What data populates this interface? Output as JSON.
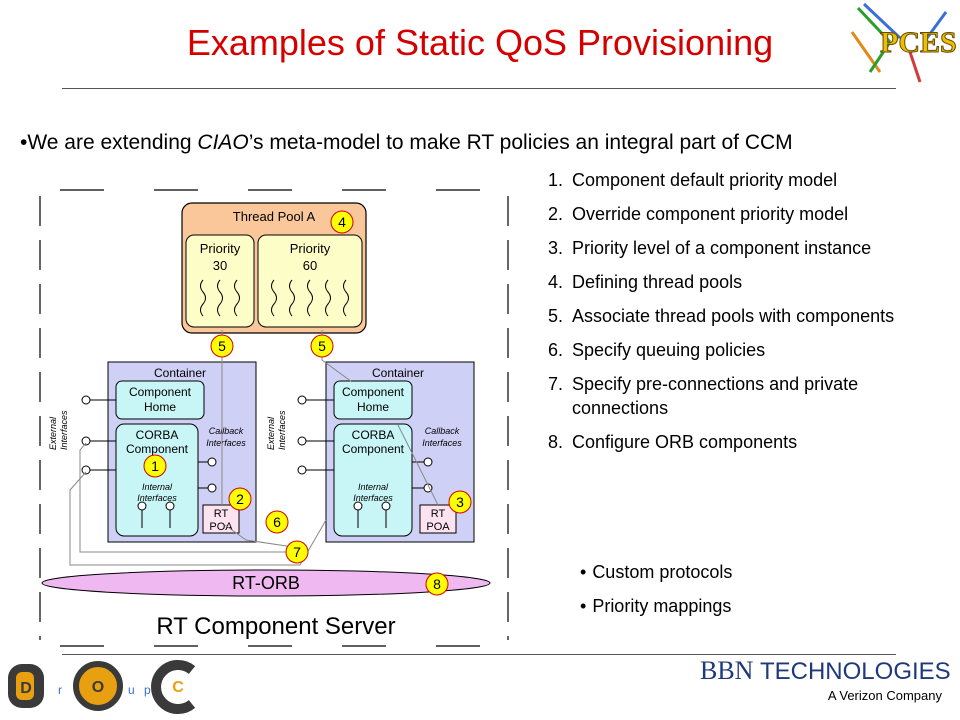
{
  "slide": {
    "title": "Examples of Static QoS Provisioning",
    "intro_prefix": "•We are extending ",
    "intro_em": "CIAO",
    "intro_suffix": "’s meta-model to make RT policies an integral part of CCM"
  },
  "steps": [
    {
      "num": "1.",
      "text": "Component default priority model"
    },
    {
      "num": "2.",
      "text": "Override component priority model"
    },
    {
      "num": "3.",
      "text": "Priority level of a component instance"
    },
    {
      "num": "4.",
      "text": "Defining thread pools"
    },
    {
      "num": "5.",
      "text": "Associate thread pools with components"
    },
    {
      "num": "6.",
      "text": "Specify queuing policies"
    },
    {
      "num": "7.",
      "text": "Specify pre-connections and private connections"
    },
    {
      "num": "8.",
      "text": "Configure ORB components"
    }
  ],
  "substeps": [
    "Custom protocols",
    "Priority mappings"
  ],
  "diagram": {
    "thread_pool": "Thread Pool A",
    "lane1_label": "Priority",
    "lane1_value": "30",
    "lane2_label": "Priority",
    "lane2_value": "60",
    "container_label": "Container",
    "component_home": "Component",
    "component_home2": "Home",
    "corba_line1": "CORBA",
    "corba_line2": "Component",
    "callback_line1": "Callback",
    "callback_line2": "Interfaces",
    "internal_line1": "Internal",
    "internal_line2": "Interfaces",
    "external_line1": "External",
    "external_line2": "Interfaces",
    "rt_line1": "RT",
    "rt_line2": "POA",
    "orb_label": "RT-ORB",
    "server_label": "RT Component Server",
    "markers": {
      "m1": "1",
      "m2": "2",
      "m3": "3",
      "m4": "4",
      "m5": "5",
      "m6": "6",
      "m7": "7",
      "m8": "8"
    }
  },
  "footer": {
    "doc_letters": [
      "D",
      "r",
      "O",
      "u",
      "p",
      "C"
    ],
    "bbn_main": "BBN",
    "bbn_main2": "TECHNOLOGIES",
    "bbn_sub": "A Verizon Company",
    "pces": "PCES"
  },
  "colors": {
    "title": "#d40000",
    "thread_pool_fill": "#f9c79a",
    "lane_fill": "#fdfdc8",
    "container_fill": "#cfd0f5",
    "component_fill": "#c8f5f5",
    "orb_fill": "#f0b8f0",
    "marker_fill": "#ffff00"
  }
}
